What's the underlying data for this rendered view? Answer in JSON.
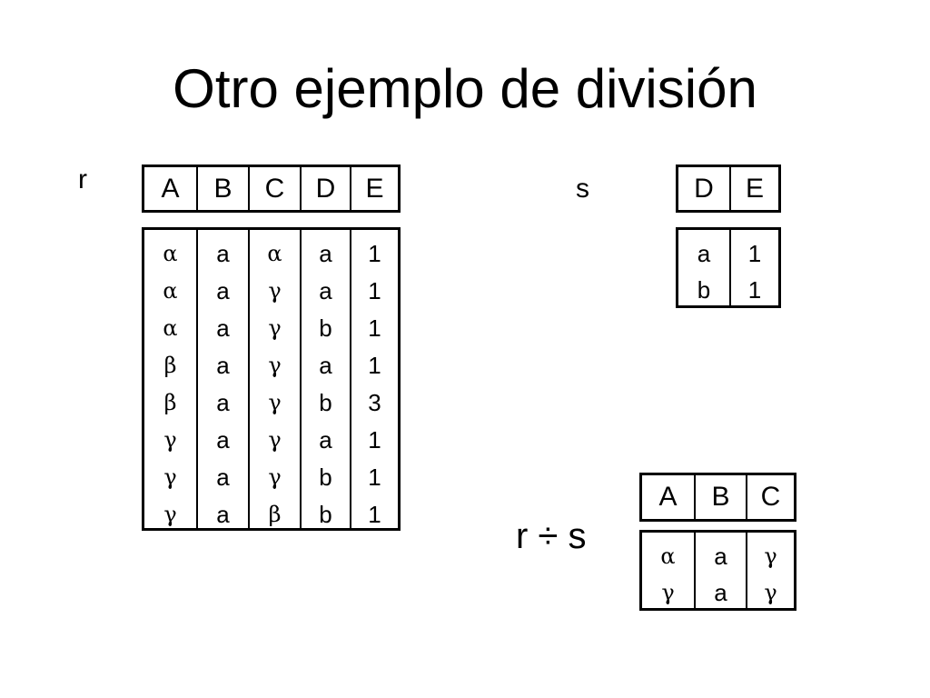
{
  "slide": {
    "title": "Otro ejemplo de división"
  },
  "relation_r": {
    "label": "r",
    "columns": [
      "A",
      "B",
      "C",
      "D",
      "E"
    ],
    "rows": [
      [
        "α",
        "a",
        "α",
        "a",
        "1"
      ],
      [
        "α",
        "a",
        "γ",
        "a",
        "1"
      ],
      [
        "α",
        "a",
        "γ",
        "b",
        "1"
      ],
      [
        "β",
        "a",
        "γ",
        "a",
        "1"
      ],
      [
        "β",
        "a",
        "γ",
        "b",
        "3"
      ],
      [
        "γ",
        "a",
        "γ",
        "a",
        "1"
      ],
      [
        "γ",
        "a",
        "γ",
        "b",
        "1"
      ],
      [
        "γ",
        "a",
        "β",
        "b",
        "1"
      ]
    ]
  },
  "relation_s": {
    "label": "s",
    "columns": [
      "D",
      "E"
    ],
    "rows": [
      [
        "a",
        "1"
      ],
      [
        "b",
        "1"
      ]
    ]
  },
  "result": {
    "label": "r ÷ s",
    "columns": [
      "A",
      "B",
      "C"
    ],
    "rows": [
      [
        "α",
        "a",
        "γ"
      ],
      [
        "γ",
        "a",
        "γ"
      ]
    ]
  }
}
